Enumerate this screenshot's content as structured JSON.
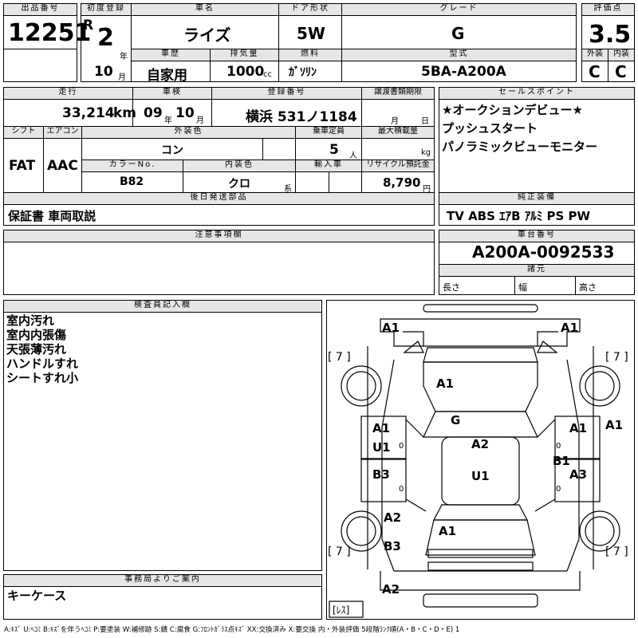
{
  "row1": {
    "lot_label": "出品番号",
    "lot_value": "12251",
    "first_reg_label": "初度登録",
    "era": "R",
    "year_value": "2",
    "year_unit": "年",
    "month_value": "10",
    "month_unit": "月",
    "car_name_label": "車名",
    "car_name": "ライズ",
    "door_label": "ドア形状",
    "door_value": "5W",
    "grade_label": "グレード",
    "grade_value": "G",
    "score_label": "評価点",
    "score_value": "3.5",
    "ext_label": "外装",
    "ext_value": "C",
    "int_label": "内装",
    "int_value": "C",
    "history_label": "車歴",
    "history_value": "自家用",
    "disp_label": "排気量",
    "disp_value": "1000",
    "disp_unit": "cc",
    "fuel_label": "燃料",
    "fuel_value": "ｶﾞｿﾘﾝ",
    "model_label": "型式",
    "model_value": "5BA-A200A"
  },
  "row2": {
    "mileage_label": "走行",
    "mileage_value": "33,214",
    "mileage_unit": "km",
    "inspection_label": "車検",
    "insp_year": "09",
    "insp_year_unit": "年",
    "insp_month": "10",
    "insp_month_unit": "月",
    "reg_label": "登録番号",
    "reg_value": "横浜 531ノ1184",
    "transfer_label": "譲渡書類期限",
    "transfer_month_unit": "月",
    "transfer_day_unit": "日",
    "shift_label": "シフト",
    "shift_value": "FAT",
    "ac_label": "エアコン",
    "ac_value": "AAC",
    "ext_color_label": "外装色",
    "ext_color_value": "コン",
    "capacity_label": "乗車定員",
    "capacity_value": "5",
    "capacity_unit": "人",
    "load_label": "最大積載量",
    "load_unit": "kg",
    "color_no_label": "カラーNo.",
    "color_no_value": "B82",
    "int_color_label": "内装色",
    "int_color_value": "クロ",
    "int_color_unit": "系",
    "import_label": "輸入車",
    "recycle_label": "リサイクル預託金",
    "recycle_value": "8,790",
    "recycle_unit": "円",
    "later_label": "後日発送部品",
    "later_value": "保証書 車両取説"
  },
  "sales": {
    "label": "セールスポイント",
    "lines": [
      "★オークションデビュー★",
      "プッシュスタート",
      "パノラミックビューモニター"
    ]
  },
  "equipment": {
    "label": "純正装備",
    "value": "TV ABS ｴｱB ｱﾙﾐ PS PW"
  },
  "notes": {
    "label": "注意事項欄"
  },
  "chassis": {
    "label": "車台番号",
    "value": "A200A-0092533",
    "dims_label": "諸元",
    "length_label": "長さ",
    "width_label": "幅",
    "height_label": "高さ"
  },
  "inspector": {
    "label": "検査員記入欄",
    "lines": [
      "室内汚れ",
      "室内内張傷",
      "天張薄汚れ",
      "ハンドルすれ",
      "シートすれ小"
    ]
  },
  "office": {
    "label": "事務局よりご案内",
    "value": "キーケース"
  },
  "diagram": {
    "marks": {
      "fl_fender": "A1",
      "fr_fender": "A1",
      "hood": "A1",
      "glass": "G",
      "roof": "A2",
      "roof2": "U1",
      "l_front_door": "A1",
      "l_front_door2": "U1",
      "l_rear_door": "B3",
      "r_front_door": "A1",
      "r_edge": "A1",
      "r_mid": "B1",
      "r_rear_door": "A3",
      "l_rear_quarter": "A2",
      "l_rear_quarter2": "B3",
      "trunk": "A1",
      "rear_bumper": "A2"
    },
    "tire_fl": "[ 7 ]",
    "tire_fr": "[ 7 ]",
    "tire_rl": "[ 7 ]",
    "tire_rr": "[ 7 ]",
    "spare": "[ﾚｽ]",
    "zero": "0"
  },
  "legend": "A:ｷｽﾞ U:ﾍｺﾐ B:ｷｽﾞを伴うﾍｺﾐ P:要塗装 W:補修跡 S:錆 C:腐食 G:ﾌﾛﾝﾄｶﾞﾗｽ点ｷｽﾞ XX:交換済み X:要交換 内・外装評価 5段階ﾗﾝｸ順(A・B・C・D・E) 1"
}
